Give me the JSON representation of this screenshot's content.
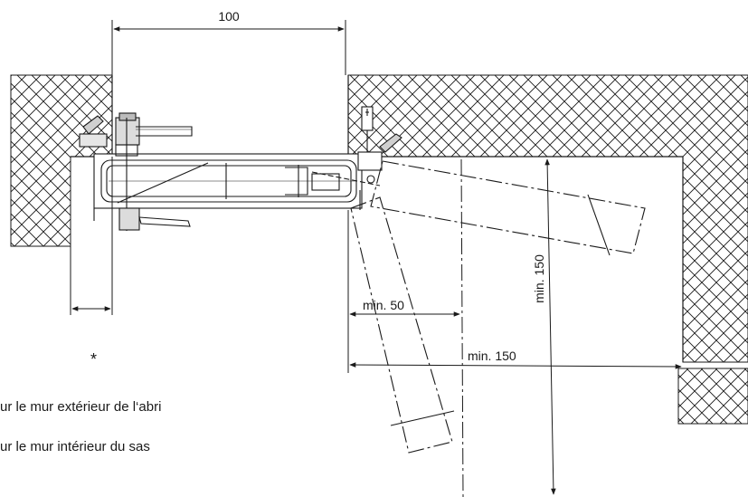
{
  "dimensions": {
    "top_width": "100",
    "min_50": "min. 50",
    "min_150_horizontal": "min. 150",
    "min_150_vertical": "min. 150"
  },
  "markers": {
    "asterisk": "*"
  },
  "legend": {
    "line1": "ur le mur extérieur de l‘abri",
    "line2": "ur le mur intérieur du sas"
  },
  "colors": {
    "ink": "#1a1a1a",
    "background": "#ffffff"
  }
}
